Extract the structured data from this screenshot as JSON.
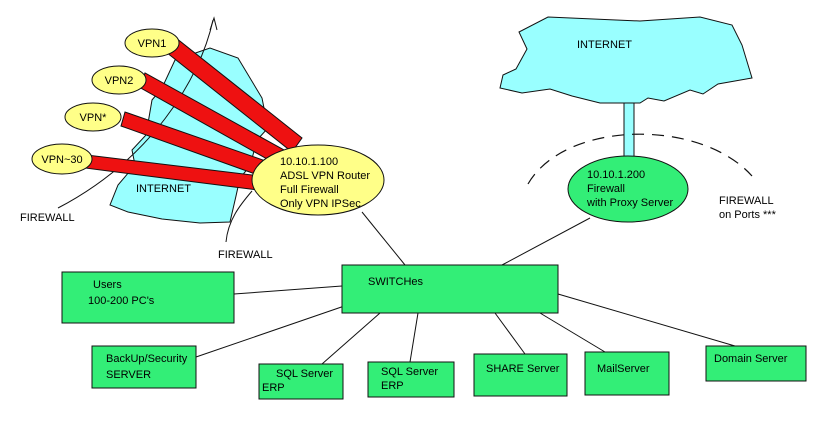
{
  "colors": {
    "node_fill": "#33ee77",
    "vpn_fill": "#ffff88",
    "cloud_fill": "#99ffff",
    "tunnel_fill": "#ee1111"
  },
  "internet_left": "INTERNET",
  "internet_right": "INTERNET",
  "vpn_clients": [
    "VPN1",
    "VPN2",
    "VPN*",
    "VPN~30"
  ],
  "router": [
    "10.10.1.100",
    "ADSL VPN Router",
    "Full Firewall",
    "Only VPN IPSec"
  ],
  "proxy": [
    "10.10.1.200",
    "Firewall",
    "with Proxy Server"
  ],
  "firewall_left_1": "FIREWALL",
  "firewall_left_2": "FIREWALL",
  "firewall_right": [
    "FIREWALL",
    "on Ports ***"
  ],
  "switches": "SWITCHes",
  "users": [
    "Users",
    "100-200 PC's"
  ],
  "backup": [
    "BackUp/Security",
    "SERVER"
  ],
  "sql1": [
    "SQL Server",
    "ERP"
  ],
  "sql2": [
    "SQL Server",
    "ERP"
  ],
  "share": "SHARE Server",
  "mail": "MailServer",
  "domain": "Domain Server"
}
